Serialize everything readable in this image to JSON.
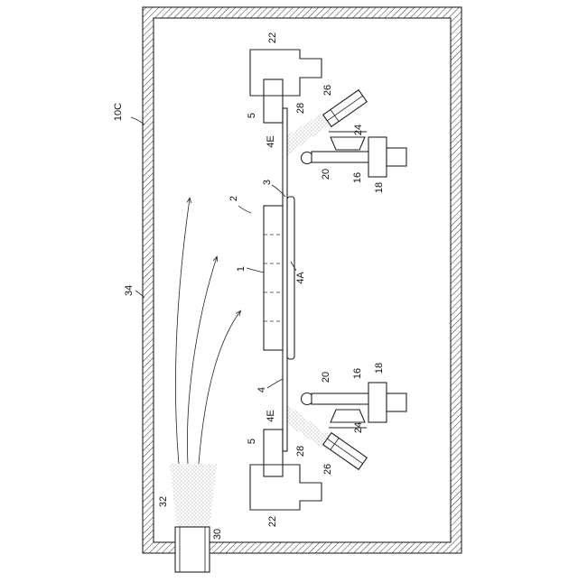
{
  "labels": {
    "chamber": "10C",
    "wall": "34",
    "assembly": "2",
    "member_1": "1",
    "member_3": "3",
    "region_4A": "4A",
    "sheet_4": "4",
    "edge_top": "4E",
    "edge_bottom": "4E",
    "clamp_top": "5",
    "clamp_bottom": "5",
    "frame_top": "22",
    "frame_bottom": "22",
    "nozzle_top": "26",
    "nozzle_bottom": "26",
    "spray_top": "28",
    "spray_bottom": "28",
    "plate_top": "24",
    "plate_bottom": "24",
    "pivot_top": "20",
    "pivot_bottom": "20",
    "arm_top": "16",
    "arm_bottom": "16",
    "mount_top": "18",
    "mount_bottom": "18",
    "inlet": "30",
    "flow": "32"
  }
}
